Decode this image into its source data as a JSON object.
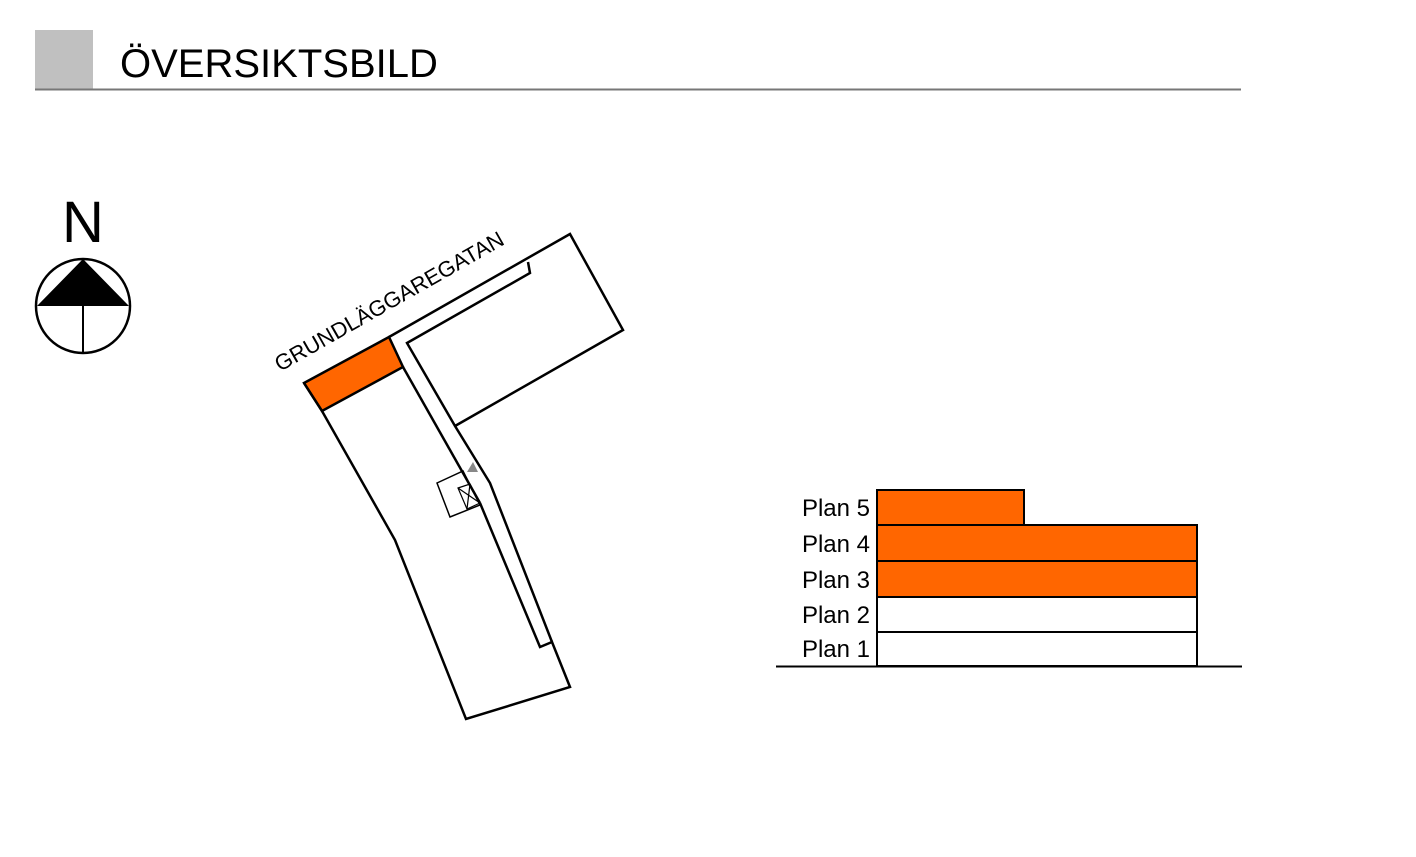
{
  "header": {
    "title": "ÖVERSIKTSBILD"
  },
  "compass": {
    "label": "N"
  },
  "site_plan": {
    "street_name": "GRUNDLÄGGAREGATAN"
  },
  "floors": {
    "items": [
      {
        "label": "Plan 5",
        "highlighted": true
      },
      {
        "label": "Plan 4",
        "highlighted": true
      },
      {
        "label": "Plan 3",
        "highlighted": true
      },
      {
        "label": "Plan 2",
        "highlighted": false
      },
      {
        "label": "Plan 1",
        "highlighted": false
      }
    ]
  },
  "colors": {
    "highlight": "#ff6600",
    "header_block": "#c0c0c0",
    "rule": "#777777"
  }
}
